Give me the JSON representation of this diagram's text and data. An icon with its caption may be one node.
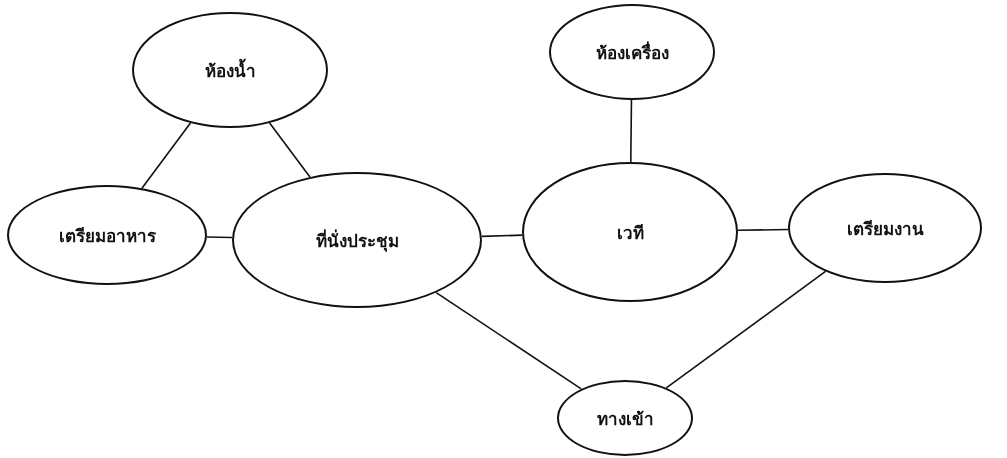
{
  "diagram": {
    "nodes": [
      {
        "text": [
          "ห้องน้ำ"
        ]
      },
      {
        "text": [
          "เตรียมอาหาร"
        ]
      },
      {
        "text": [
          "ที่นั่งประชุม"
        ]
      },
      {
        "text": [
          "ห้องเครื่อง"
        ]
      },
      {
        "text": [
          "เวที"
        ]
      },
      {
        "text": [
          "เตรียมงาน"
        ]
      },
      {
        "text": [
          "ทางเข้า"
        ]
      }
    ],
    "edges": [
      {
        "from": 0,
        "to": 1,
        "arrow": "none"
      },
      {
        "from": 0,
        "to": 2,
        "arrow": "none"
      },
      {
        "from": 1,
        "to": 2,
        "arrow": "none"
      },
      {
        "from": 2,
        "to": 4,
        "arrow": "none"
      },
      {
        "from": 3,
        "to": 4,
        "arrow": "none"
      },
      {
        "from": 4,
        "to": 5,
        "arrow": "none"
      },
      {
        "from": 2,
        "to": 6,
        "arrow": "none"
      },
      {
        "from": 5,
        "to": 6,
        "arrow": "none"
      }
    ]
  }
}
